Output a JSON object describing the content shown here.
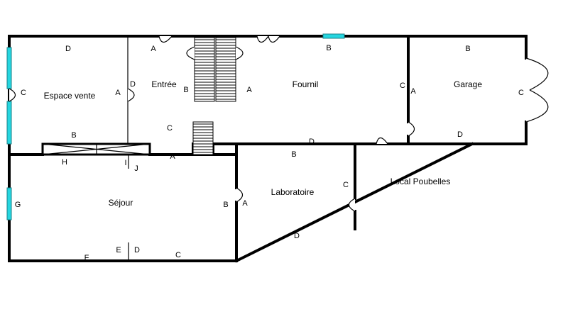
{
  "rooms": {
    "espace_vente": "Espace vente",
    "entree": "Entrée",
    "fournil": "Fournil",
    "garage": "Garage",
    "sejour": "Séjour",
    "laboratoire": "Laboratoire",
    "local_poubelles": "Local Poubelles"
  },
  "wall_labels": {
    "vente_top": "D",
    "vente_left": "C",
    "vente_right": "A",
    "vente_bottom": "B",
    "entree_top": "A",
    "entree_left": "D",
    "entree_right": "B",
    "entree_bottom": "C",
    "fournil_left": "A",
    "fournil_top": "B",
    "fournil_right": "C",
    "fournil_bottom": "D",
    "garage_top": "B",
    "garage_left": "A",
    "garage_right": "C",
    "garage_bottom": "D",
    "sejour_top_h": "H",
    "sejour_top_i": "I",
    "sejour_top_j": "J",
    "sejour_top_a": "A",
    "sejour_left": "G",
    "sejour_right": "B",
    "sejour_bottom_f": "F",
    "sejour_bottom_e": "E",
    "sejour_bottom_d": "D",
    "sejour_bottom_c": "C",
    "labo_left": "A",
    "labo_top": "B",
    "labo_right": "C",
    "labo_bottom": "D"
  },
  "colors": {
    "wall": "#000000",
    "window": "#25d6e0",
    "background": "#ffffff"
  }
}
